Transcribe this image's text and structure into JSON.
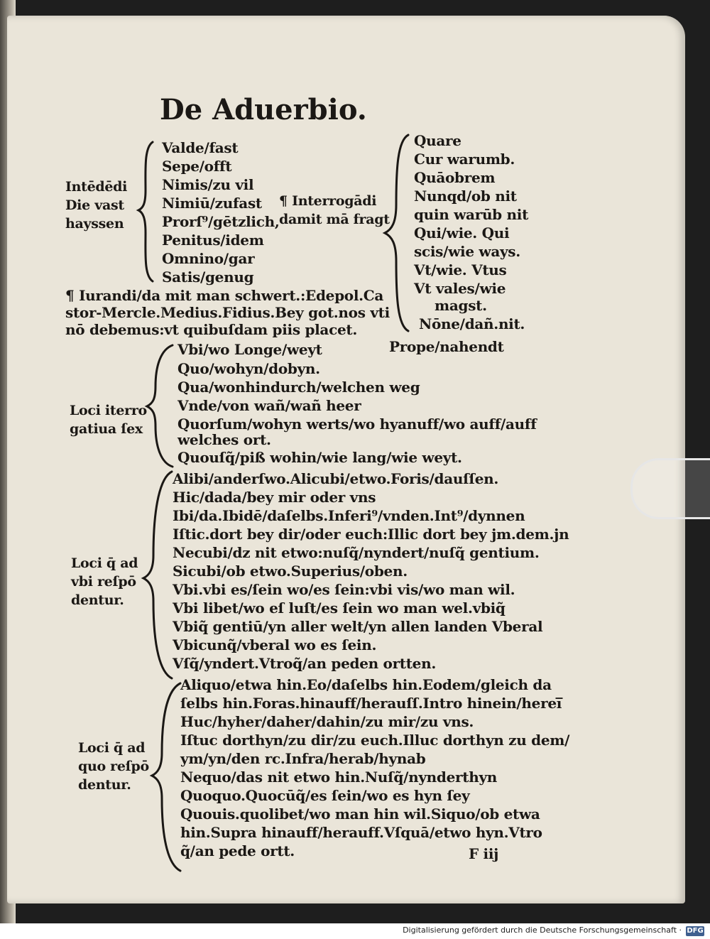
{
  "page": {
    "title": "De Aduerbio.",
    "intendendi": {
      "label": "Intēdēdi\nDie vast\nhayssen",
      "lines": [
        "Valde/fast",
        "Sepe/offt",
        "Nimis/zu vil",
        "Nimiū/zufast",
        "Prorſ⁹/gētzlich,",
        "Penitus/idem",
        "Omnino/gar",
        "Satis/genug"
      ]
    },
    "interrogandi": {
      "label": "¶ Interrogādi\ndamit mā fragt",
      "lines": [
        "Quare",
        "Cur warumb.",
        "Quāobrem",
        "Nunqd/ob nit",
        "quin warūb nit",
        "Qui/wie. Qui",
        "scis/wie ways.",
        "Vt/wie. Vtus",
        "Vt vales/wie",
        "magst.",
        "Nōne/dañ.nit."
      ]
    },
    "iurandi": [
      "¶ Iurandi/da mit man schwert.:Edepol.Ca",
      "stor-Mercle.Medius.Fidius.Bey got.nos vti",
      "nō debemus:vt quibuſdam piis placet."
    ],
    "loci_interrogativa": {
      "label": "Loci iterro\ngatiua ſex",
      "lines": [
        "Vbi/wo          Longe/weyt",
        "Quo/wohyn/dobyn.",
        "Qua/wonhindurch/welchen weg",
        "Vnde/von wañ/wañ heer",
        "Quorſum/wohyn werts/wo hyanuff/wo auff/auff",
        "          welches ort.",
        "Quouſq̃/piß wohin/wie lang/wie weyt."
      ],
      "prope": "Prope/nahendt"
    },
    "loci_ubi": {
      "label": "Loci q̄ ad\nvbi reſpō\ndentur.",
      "lines": [
        "Alibi/anderſwo.Alicubi/etwo.Foris/dauſſen.",
        "Hic/dada/bey mir oder vns",
        "Ibi/da.Ibidē/daſelbs.Inferi⁹/vnden.Int⁹/dynnen",
        "Iſtic.dort bey dir/oder euch:Illic dort bey jm.dem.jn",
        "Necubi/dz nit etwo:nuſq̃/nyndert/nuſq̃ gentium.",
        "Sicubi/ob etwo.Superius/oben.",
        "Vbi.vbi es/ſein wo/es ſein:vbi vis/wo man wil.",
        "Vbi libet/wo eſ luſt/es ſein wo man wel.vbiq̃",
        "Vbiq̃ gentiū/yn aller welt/yn allen landen  Vberal",
        "Vbicunq̃/vberal wo es ſein.",
        "Vſq̃/yndert.Vtroq̃/an peden ortten."
      ]
    },
    "loci_quo": {
      "label": "Loci q̄ ad\nquo reſpō\ndentur.",
      "lines": [
        "Aliquo/etwa hin.Eo/daſelbs hin.Eodem/gleich da",
        "ſelbs hin.Foras.hinauff/herauſſ.Intro hinein/herei̅",
        "Huc/hyher/daher/dahin/zu mir/zu vns.",
        "Iſtuc dorthyn/zu dir/zu euch.Illuc dorthyn zu dem/",
        "     ym/yn/den rc.Infra/herab/hynab",
        "Nequo/das nit etwo hin.Nuſq̃/nynderthyn",
        "Quoquo.Quocūq̃/es ſein/wo es hyn ſey",
        "Quouis.quolibet/wo man hin wil.Siquo/ob etwa",
        "hin.Supra hinauff/herauff.Vſquā/etwo hyn.Vtro",
        "q̃/an pede ortt."
      ],
      "signature": "F iij"
    }
  },
  "footer": {
    "credit": "Digitalisierung gefördert durch die Deutsche Forschungsgemeinschaft ·",
    "logo": "DFG"
  }
}
